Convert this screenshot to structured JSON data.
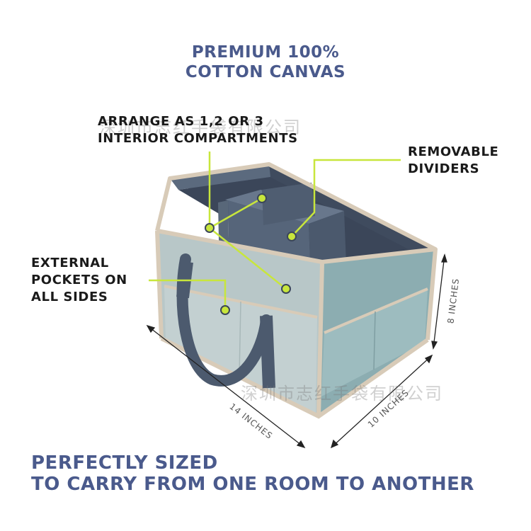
{
  "headline": {
    "line1": "PREMIUM 100%",
    "line2": "COTTON CANVAS"
  },
  "callouts": {
    "compartments": {
      "line1": "ARRANGE AS 1,2 OR 3",
      "line2": "INTERIOR COMPARTMENTS"
    },
    "dividers": {
      "line1": "REMOVABLE",
      "line2": "DIVIDERS"
    },
    "pockets": {
      "line1": "EXTERNAL",
      "line2": "POCKETS ON",
      "line3": "ALL SIDES"
    }
  },
  "dimensions": {
    "length": "14 INCHES",
    "width": "10 INCHES",
    "height": "8 INCHES"
  },
  "footer": {
    "line1": "PERFECTLY SIZED",
    "line2": "TO CARRY FROM ONE ROOM TO ANOTHER"
  },
  "watermark": {
    "top": "深圳市志红手袋有限公司",
    "bottom": "深圳市志红手袋有限公司"
  },
  "colors": {
    "headline": "#4a5a8c",
    "callout_text": "#1a1a1a",
    "callout_line": "#c8e63c",
    "canvas_light": "#b7c6c7",
    "canvas_teal": "#8fb0b4",
    "canvas_dark": "#4c5a6e",
    "trim": "#d8cbb8"
  }
}
